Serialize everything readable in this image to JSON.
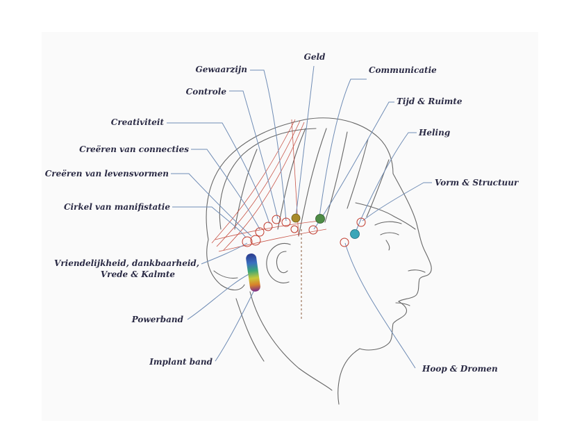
{
  "diagram": {
    "colors": {
      "label_text": "#2b2b45",
      "leader_line": "#6f8cb5",
      "head_outline": "#666666",
      "marker_circle": "#c0392b",
      "grid_line": "#c0392b",
      "dot_gold": "#a88a2a",
      "dot_green": "#4e8c45",
      "dot_teal": "#3aa6b8"
    },
    "labels": {
      "geld": "Geld",
      "gewaarzijn": "Gewaarzijn",
      "communicatie": "Communicatie",
      "controle": "Controle",
      "tijd_ruimte": "Tijd & Ruimte",
      "creativiteit": "Creativiteit",
      "heling": "Heling",
      "creeren_connecties": "Creëren van connecties",
      "creeren_levensvormen": "Creëren van levensvormen",
      "vorm_structuur": "Vorm & Structuur",
      "cirkel_manifistatie": "Cirkel van manifistatie",
      "vriendelijkheid_1": "Vriendelijkheid, dankbaarheid,",
      "vriendelijkheid_2": "Vrede & Kalmte",
      "powerband": "Powerband",
      "implant_band": "Implant band",
      "hoop_dromen": "Hoop & Dromen"
    }
  }
}
